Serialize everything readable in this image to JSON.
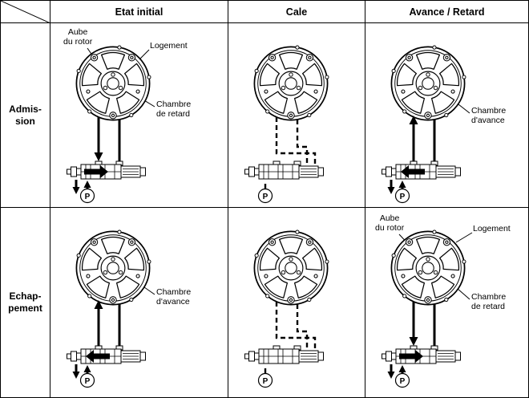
{
  "table": {
    "col_headers": [
      "Etat initial",
      "Cale",
      "Avance / Retard"
    ],
    "row_headers": [
      "Admis-\nsion",
      "Echap-\npement"
    ]
  },
  "labels": {
    "aube_du_rotor": "Aube\ndu rotor",
    "logement": "Logement",
    "chambre_de_retard": "Chambre\nde retard",
    "chambre_d_avance": "Chambre\nd'avance",
    "pump": "P"
  }
}
